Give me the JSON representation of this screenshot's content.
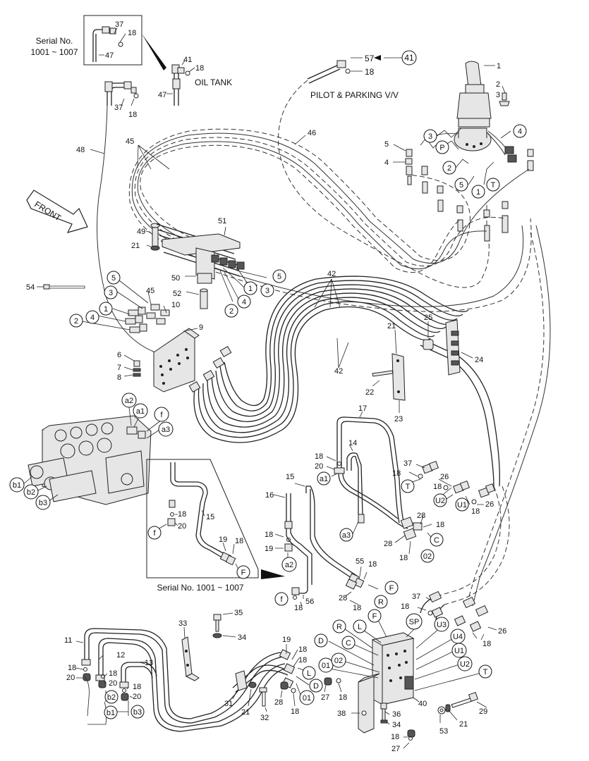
{
  "labels": {
    "serial_top": [
      "Serial No.",
      "1001 ~ 1007"
    ],
    "oil_tank": "OIL TANK",
    "pilot_parking": "PILOT & PARKING V/V",
    "front": "FRONT",
    "serial_bottom": "Serial No. 1001 ~ 1007"
  },
  "callouts": {
    "n37a": "37",
    "n18a": "18",
    "n47a": "47",
    "n41": "41",
    "n18b": "18",
    "n47b": "47",
    "n37b": "37",
    "n18c": "18",
    "n48": "48",
    "n57": "57",
    "n18d": "18",
    "n41c": "41",
    "n1": "1",
    "n2": "2",
    "n3": "3",
    "n46": "46",
    "n45": "45",
    "n5": "5",
    "n4": "4",
    "n51": "51",
    "n49": "49",
    "n21": "21",
    "n50": "50",
    "n52": "52",
    "n54": "54",
    "n45b": "45",
    "n10": "10",
    "n9": "9",
    "n6": "6",
    "n7": "7",
    "n8": "8",
    "n42": "42",
    "n42b": "42",
    "n21b": "21",
    "n25": "25",
    "n24": "24",
    "n22": "22",
    "n23": "23",
    "n17": "17",
    "n14": "14",
    "n18e": "18",
    "n20": "20",
    "n37c": "37",
    "n18f": "18",
    "n26": "26",
    "n18g": "18",
    "n26b": "26",
    "n18h": "18",
    "n15": "15",
    "n16": "16",
    "n18i": "18",
    "n19": "19",
    "n28": "28",
    "n18j": "18",
    "n28b": "28",
    "n18k": "18",
    "n55": "55",
    "n18l": "18",
    "n28c": "28",
    "n18m": "18",
    "n18n": "18",
    "n56": "56",
    "n18o": "18",
    "n20b": "20",
    "n15b": "15",
    "n19b": "19",
    "n18p": "18",
    "n35": "35",
    "n33": "33",
    "n34": "34",
    "n11": "11",
    "n12": "12",
    "n13": "13",
    "n18q": "18",
    "n20c": "20",
    "n18r": "18",
    "n20d": "20",
    "n18s": "18",
    "n20e": "20",
    "n19c": "19",
    "n18t": "18",
    "n18u": "18",
    "n31": "31",
    "n21c": "21",
    "n32": "32",
    "n28d": "28",
    "n18v": "18",
    "n27": "27",
    "n18w": "18",
    "n37d": "37",
    "n18x": "18",
    "n26c": "26",
    "n18y": "18",
    "n38": "38",
    "n36": "36",
    "n34b": "34",
    "n18z": "18",
    "n27b": "27",
    "n40": "40",
    "n29": "29",
    "n53": "53",
    "n21d": "21"
  },
  "circled": {
    "c3": "3",
    "cP": "P",
    "c4": "4",
    "c2": "2",
    "c5": "5",
    "c1": "1",
    "cT": "T",
    "r5": "5",
    "r1": "1",
    "r3": "3",
    "r2": "2",
    "r4": "4",
    "l5": "5",
    "l3": "3",
    "l1": "1",
    "l2": "2",
    "l4": "4",
    "a2": "a2",
    "a1": "a1",
    "f": "f",
    "a3": "a3",
    "b1": "b1",
    "b2": "b2",
    "b3": "b3",
    "ia1": "a1",
    "iT": "T",
    "iU2": "U2",
    "iU1": "U1",
    "ia3": "a3",
    "iC": "C",
    "i02": "02",
    "ia2": "a2",
    "iF": "F",
    "iR": "R",
    "if": "f",
    "sf": "f",
    "sF": "F",
    "mR": "R",
    "mL": "L",
    "mF": "F",
    "mSP": "SP",
    "mU3": "U3",
    "mD": "D",
    "mC": "C",
    "mU4": "U4",
    "m01": "01",
    "m02": "02",
    "mU1": "U1",
    "mU2": "U2",
    "mT": "T",
    "bL": "L",
    "bD": "D",
    "b01": "01",
    "bb2": "b2",
    "bb1": "b1",
    "bb3": "b3"
  }
}
